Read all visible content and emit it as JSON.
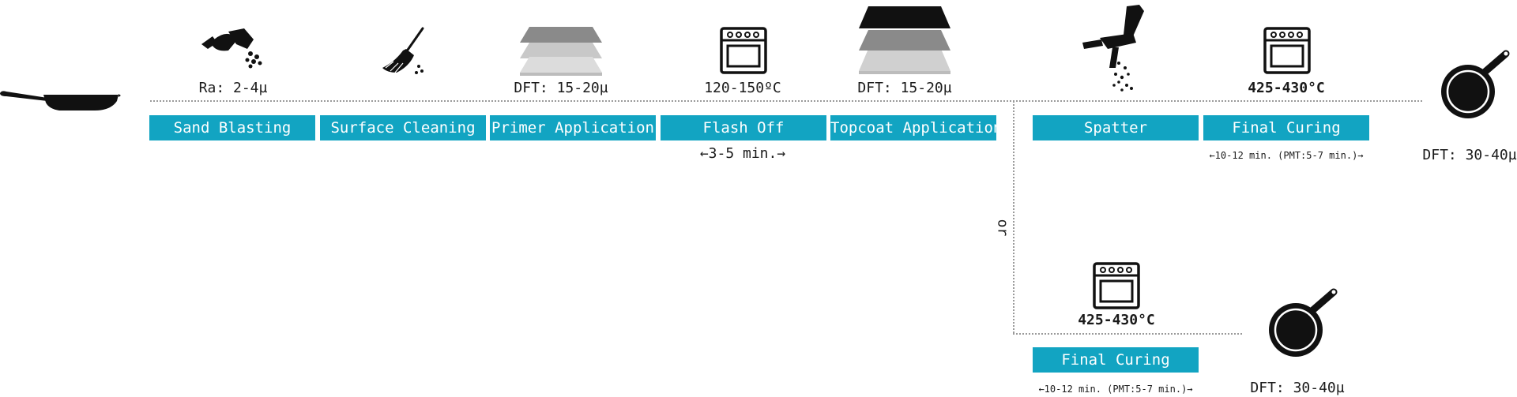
{
  "steps": {
    "sand_blasting": "Sand Blasting",
    "surface_cleaning": "Surface Cleaning",
    "primer_application": "Primer Application",
    "flash_off": "Flash Off",
    "topcoat_application": "Topcoat Application",
    "spatter": "Spatter",
    "final_curing_top": "Final Curing",
    "final_curing_bottom": "Final Curing"
  },
  "values": {
    "roughness": "Ra: 2-4µ",
    "primer_dft": "DFT: 15-20µ",
    "flash_temp": "120-150ºC",
    "topcoat_dft": "DFT: 15-20µ",
    "cure_temp_top": "425-430°C",
    "cure_temp_bottom": "425-430°C",
    "flash_time": "←3-5 min.→",
    "cure_time_top": "←10-12 min. (PMT:5-7 min.)→",
    "cure_time_bottom": "←10-12 min. (PMT:5-7 min.)→",
    "final_dft_top": "DFT: 30-40µ",
    "final_dft_bottom": "DFT: 30-40µ"
  },
  "branch_label": "or",
  "colors": {
    "step_bg": "#12a4c2",
    "step_text": "#ffffff",
    "ink": "#1a1a1a",
    "divider": "#9a9a9a"
  },
  "icons": [
    "frying-pan-icon",
    "sand-blaster-icon",
    "broom-icon",
    "primer-layers-icon",
    "oven-icon",
    "topcoat-layers-icon",
    "spray-gun-icon",
    "oven-icon",
    "pan-top-view-icon",
    "oven-icon",
    "pan-top-view-icon"
  ]
}
